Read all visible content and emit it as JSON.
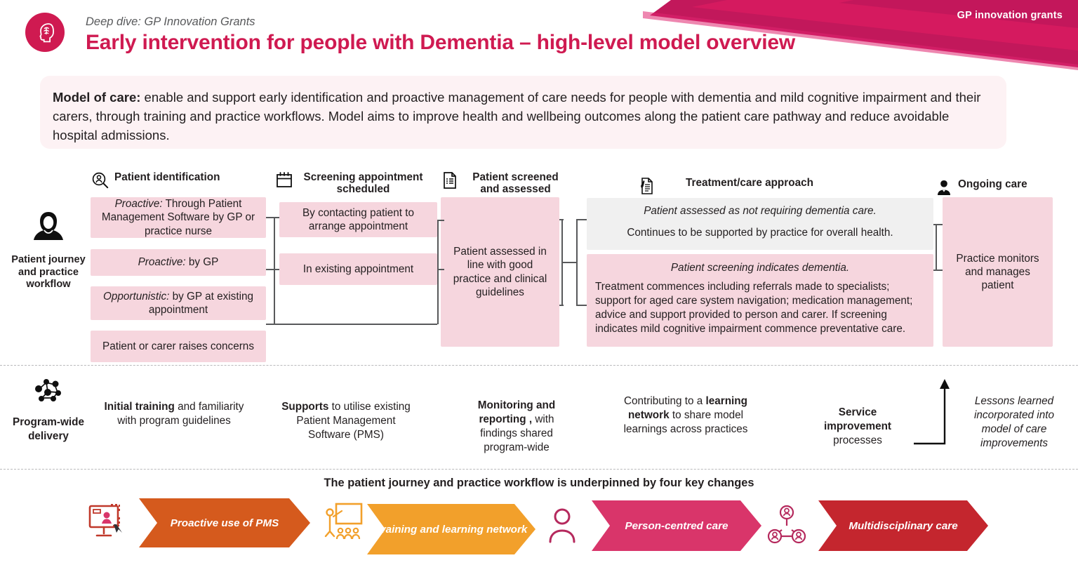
{
  "header": {
    "eyebrow": "Deep dive: GP Innovation Grants",
    "title": "Early intervention for people with Dementia – high-level model overview",
    "banner_label": "GP innovation grants",
    "logo_icon": "brain-head-icon",
    "brand_color": "#cf1a51"
  },
  "model_of_care": {
    "label": "Model of care:",
    "text": " enable and support early identification and proactive management of care needs for people with dementia and mild cognitive impairment and their carers, through training and practice workflows. Model aims to improve health and wellbeing outcomes along the patient care pathway and reduce avoidable hospital admissions."
  },
  "workflow": {
    "lane_label": "Patient journey and practice workflow",
    "lane_icon": "person-avatar-icon",
    "columns": [
      {
        "title": "Patient identification",
        "icon": "person-search-icon"
      },
      {
        "title": "Screening appointment scheduled",
        "icon": "calendar-icon"
      },
      {
        "title": "Patient screened and assessed",
        "icon": "document-checklist-icon"
      },
      {
        "title": "Treatment/care approach",
        "icon": "document-pen-icon"
      },
      {
        "title": "Ongoing care",
        "icon": "clinician-icon"
      }
    ],
    "col1_boxes": [
      {
        "lead": "Proactive:",
        "rest": " Through Patient Management Software by GP or practice nurse"
      },
      {
        "lead": "Proactive:",
        "rest": " by GP"
      },
      {
        "lead": "Opportunistic:",
        "rest": " by GP at existing appointment"
      },
      {
        "lead": "",
        "rest": "Patient or carer raises concerns"
      }
    ],
    "col2_boxes": [
      "By contacting patient to arrange appointment",
      "In existing appointment"
    ],
    "col3_box": "Patient assessed in line with good practice and clinical guidelines",
    "col4_boxes": [
      {
        "lead": "Patient assessed as not requiring dementia care.",
        "rest": "Continues to be supported by practice for overall health.",
        "tone": "gray"
      },
      {
        "lead": "Patient screening indicates dementia.",
        "rest": "Treatment commences including referrals made to specialists; support for aged care system navigation; medication management; advice and support provided to person and carer. If screening indicates mild cognitive impairment commence preventative care.",
        "tone": "pink"
      }
    ],
    "col5_box": "Practice monitors and manages patient"
  },
  "program": {
    "lane_label": "Program-wide delivery",
    "lane_icon": "network-nodes-icon",
    "items": [
      {
        "bold": "Initial training",
        "rest": " and familiarity with program guidelines",
        "bold_first": true
      },
      {
        "bold": "Supports",
        "rest": " to utilise existing Patient Management Software (PMS)",
        "bold_first": true
      },
      {
        "bold": "Monitoring and reporting ,",
        "rest": " with findings shared program-wide",
        "bold_first": true
      },
      {
        "pre": "Contributing to a ",
        "bold": "learning network",
        "rest": " to share model learnings across practices",
        "bold_first": false
      },
      {
        "bold": "Service improvement",
        "rest": " processes",
        "bold_first": true
      }
    ],
    "lessons": "Lessons learned incorporated into model of care improvements",
    "arrow_icon": "up-arrow-icon"
  },
  "bottom": {
    "heading": "The patient journey and practice workflow is underpinned by four key changes",
    "changes": [
      {
        "label": "Proactive use of PMS",
        "color": "#d55a1d",
        "icon": "monitor-patient-record-icon",
        "icon_color": "#c0392b"
      },
      {
        "label": "Training and learning network",
        "color": "#f2a02b",
        "icon": "teacher-board-icon",
        "icon_color": "#f2a02b"
      },
      {
        "label": "Person-centred care",
        "color": "#d9356a",
        "icon": "single-person-icon",
        "icon_color": "#b5295d"
      },
      {
        "label": "Multidisciplinary care",
        "color": "#c4262e",
        "icon": "people-network-icon",
        "icon_color": "#b5295d"
      }
    ]
  }
}
